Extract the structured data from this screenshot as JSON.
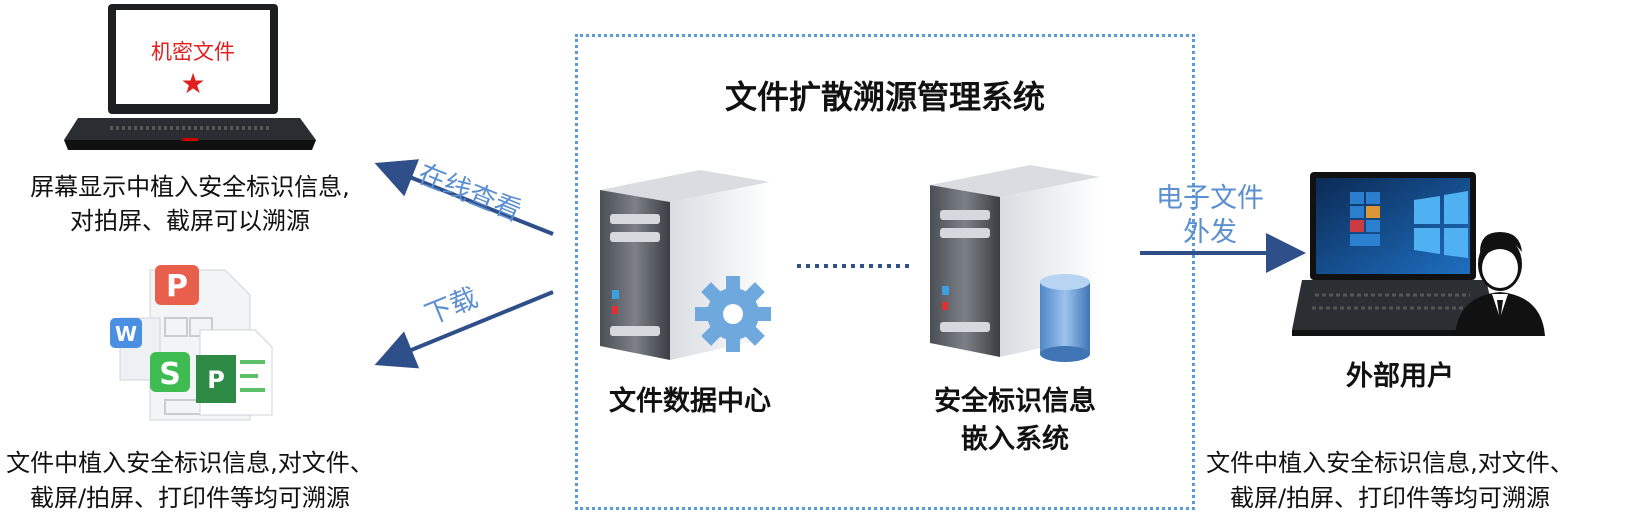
{
  "system": {
    "title": "文件扩散溯源管理系统",
    "server1_label": "文件数据中心",
    "server2_label_line1": "安全标识信息",
    "server2_label_line2": "嵌入系统"
  },
  "left_top": {
    "screen_text": "机密文件",
    "caption_line1": "屏幕显示中植入安全标识信息,",
    "caption_line2": "对拍屏、截屏可以溯源"
  },
  "left_bottom": {
    "caption_line1": "文件中植入安全标识信息,对文件、",
    "caption_line2": "截屏/拍屏、打印件等均可溯源"
  },
  "arrows": {
    "view_online": "在线查看",
    "download": "下载",
    "send_out_line1": "电子文件",
    "send_out_line2": "外发"
  },
  "right": {
    "user_label": "外部用户",
    "caption_line1": "文件中植入安全标识信息,对文件、",
    "caption_line2": "截屏/拍屏、打印件等均可溯源"
  },
  "colors": {
    "arrow": "#2f4f8a",
    "label_blue": "#5b8fd0",
    "frame": "#5b9bd5"
  }
}
